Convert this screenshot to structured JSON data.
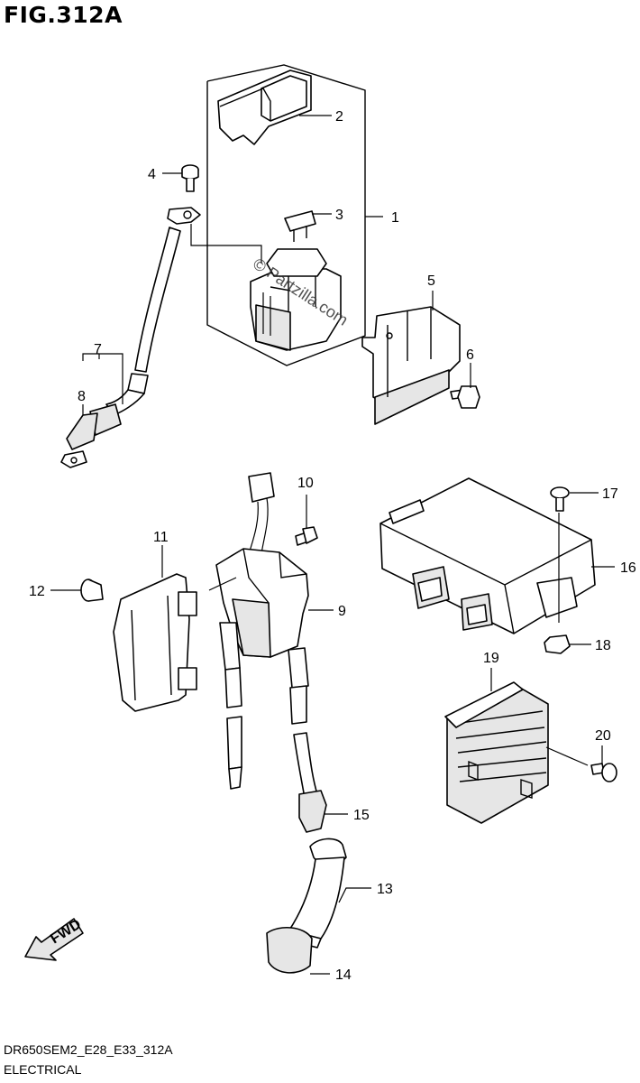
{
  "figure": {
    "title": "FIG.312A"
  },
  "watermark": "© Partzilla.com",
  "footer": {
    "code": "DR650SEM2_E28_E33_312A",
    "name": "ELECTRICAL"
  },
  "fwd_label": "FWD",
  "callouts": [
    "1",
    "2",
    "3",
    "4",
    "5",
    "6",
    "7",
    "8",
    "9",
    "10",
    "11",
    "12",
    "13",
    "14",
    "15",
    "16",
    "17",
    "18",
    "19",
    "20"
  ]
}
